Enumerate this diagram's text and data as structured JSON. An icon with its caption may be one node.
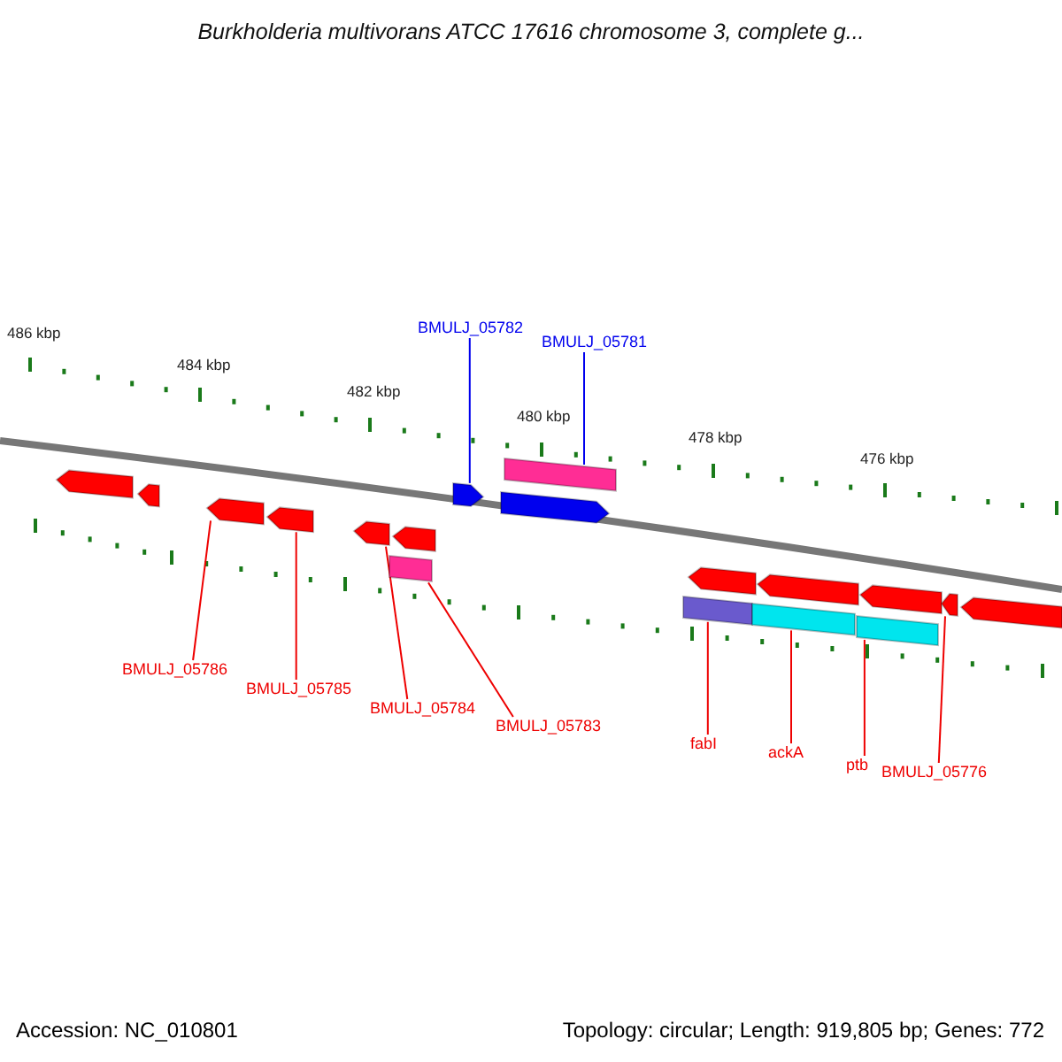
{
  "diagram": {
    "title": "Burkholderia multivorans ATCC 17616 chromosome 3, complete g...",
    "nodes": [
      {
        "text": [
          "BMULJ_05782"
        ]
      },
      {
        "text": [
          "BMULJ_05781"
        ]
      },
      {
        "text": [
          "BMULJ_05786"
        ]
      },
      {
        "text": [
          "BMULJ_05785"
        ]
      },
      {
        "text": [
          "BMULJ_05784"
        ]
      },
      {
        "text": [
          "BMULJ_05783"
        ]
      },
      {
        "text": [
          "fabI"
        ]
      },
      {
        "text": [
          "ackA"
        ]
      },
      {
        "text": [
          "ptb"
        ]
      },
      {
        "text": [
          "BMULJ_05776"
        ]
      },
      {
        "text": [],
        "shape": "arrow"
      },
      {
        "text": [],
        "shape": "arrow"
      },
      {
        "text": [],
        "shape": "arrow"
      },
      {
        "text": [],
        "shape": "arrow"
      },
      {
        "text": [],
        "shape": "arrow"
      },
      {
        "text": [],
        "shape": "box"
      },
      {
        "text": [],
        "shape": "arrow"
      },
      {
        "text": [],
        "shape": "arrow"
      },
      {
        "text": [],
        "shape": "arrow"
      },
      {
        "text": [],
        "shape": "box"
      },
      {
        "text": [],
        "shape": "box"
      },
      {
        "text": [],
        "shape": "arrow"
      },
      {
        "text": [],
        "shape": "box"
      },
      {
        "text": [],
        "shape": "arrow"
      },
      {
        "text": [],
        "shape": "box"
      },
      {
        "text": [],
        "shape": "arrow"
      },
      {
        "text": [],
        "shape": "arrow"
      },
      {
        "text": [],
        "shape": "arrow"
      }
    ],
    "edges": [
      {
        "from": 0,
        "to": 17,
        "arrow": "none",
        "color": "#0000ee"
      },
      {
        "from": 1,
        "to": 19,
        "arrow": "none",
        "color": "#0000ee"
      },
      {
        "from": 2,
        "to": 12,
        "arrow": "none"
      },
      {
        "from": 3,
        "to": 13,
        "arrow": "none"
      },
      {
        "from": 4,
        "to": 14,
        "arrow": "none"
      },
      {
        "from": 5,
        "to": 15,
        "arrow": "none"
      },
      {
        "from": 6,
        "to": 20,
        "arrow": "none"
      },
      {
        "from": 7,
        "to": 22,
        "arrow": "none"
      },
      {
        "from": 8,
        "to": 24,
        "arrow": "none"
      },
      {
        "from": 9,
        "to": 26,
        "arrow": "none"
      }
    ],
    "labels": [
      "486 kbp",
      "484 kbp",
      "482 kbp",
      "480 kbp",
      "478 kbp",
      "476 kbp",
      "Accession: NC_010801",
      "Topology: circular; Length: 919,805 bp; Genes: 772"
    ]
  }
}
